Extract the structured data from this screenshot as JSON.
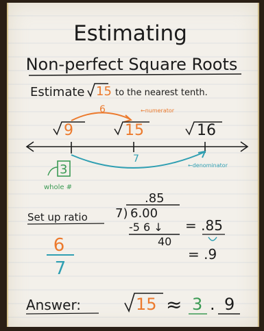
{
  "colors": {
    "ink_black": "#1b1b1b",
    "orange": "#ec7a2d",
    "teal": "#2f9fb2",
    "green": "#3b9a54"
  },
  "poster": {
    "title_line1": "Estimating",
    "title_line2": "Non-perfect Square Roots",
    "prompt_pre": "Estimate",
    "prompt_radicand": "15",
    "prompt_post": "to the nearest tenth.",
    "numerator_diff": "6",
    "numerator_note": "←numerator",
    "roots": {
      "left": "9",
      "middle": "15",
      "right": "16"
    },
    "denominator_diff": "7",
    "denominator_note": "←denominator",
    "whole_value": "3",
    "whole_label": "whole #",
    "ratio_label": "Set up ratio",
    "ratio_num": "6",
    "ratio_den": "7",
    "division": {
      "quotient": ".85",
      "divisor": "7)",
      "dividend": "6.00",
      "subtract": "-5 6 ↓",
      "remainder": "40"
    },
    "result1": "= .85",
    "result2": "= .9",
    "answer_label": "Answer:",
    "answer_radicand": "15",
    "answer_approx": "≈",
    "answer_whole": "3",
    "answer_decimal": "9"
  }
}
